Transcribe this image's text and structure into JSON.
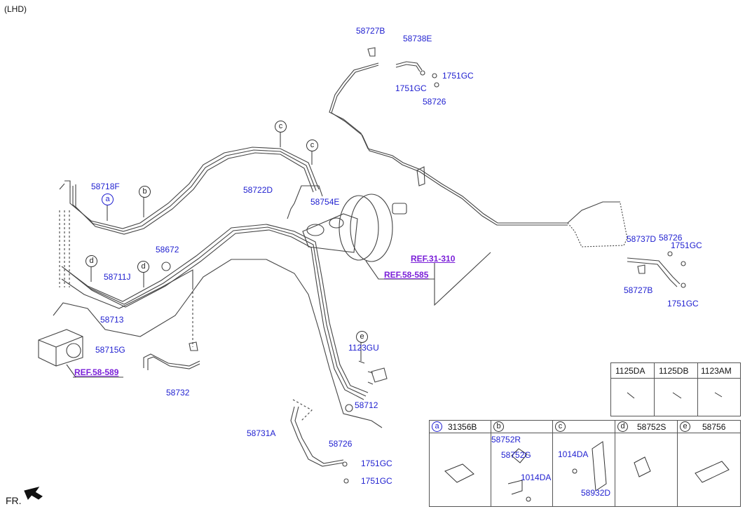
{
  "header": {
    "variant": "(LHD)"
  },
  "direction_label": "FR.",
  "callouts": {
    "a": "a",
    "b": "b",
    "c": "c",
    "d": "d",
    "e": "e"
  },
  "parts": {
    "p58727B_top": "58727B",
    "p58738E": "58738E",
    "p1751GC_top_r": "1751GC",
    "p1751GC_top_l": "1751GC",
    "p58726_top": "58726",
    "p58718F": "58718F",
    "p58722D": "58722D",
    "p58754E": "58754E",
    "p58672": "58672",
    "p58711J": "58711J",
    "p58713": "58713",
    "p58715G": "58715G",
    "p58732": "58732",
    "p1123GU": "1123GU",
    "p58712": "58712",
    "p58731A": "58731A",
    "p58726_bot": "58726",
    "p1751GC_bot1": "1751GC",
    "p1751GC_bot2": "1751GC",
    "p58737D": "58737D",
    "p58726_right": "58726",
    "p1751GC_right1": "1751GC",
    "p58727B_right": "58727B",
    "p1751GC_right2": "1751GC"
  },
  "refs": {
    "ref_31_310": "REF.31-310",
    "ref_58_585": "REF.58-585",
    "ref_58_589": "REF.58-589"
  },
  "bolt_table": {
    "headers": [
      "1125DA",
      "1125DB",
      "1123AM"
    ]
  },
  "parts_table": {
    "headers": [
      {
        "circle": "a",
        "label": "31356B"
      },
      {
        "circle": "b",
        "label": ""
      },
      {
        "circle": "c",
        "label": ""
      },
      {
        "circle": "d",
        "label": "58752S"
      },
      {
        "circle": "e",
        "label": "58756"
      }
    ],
    "b_parts": {
      "p1": "58752R",
      "p2": "58752G",
      "p3": "1014DA"
    },
    "c_parts": {
      "p1": "1014DA",
      "p2": "58932D"
    }
  },
  "colors": {
    "label": "#1f1fd0",
    "ref": "#7a1fd8",
    "line": "#333333"
  }
}
